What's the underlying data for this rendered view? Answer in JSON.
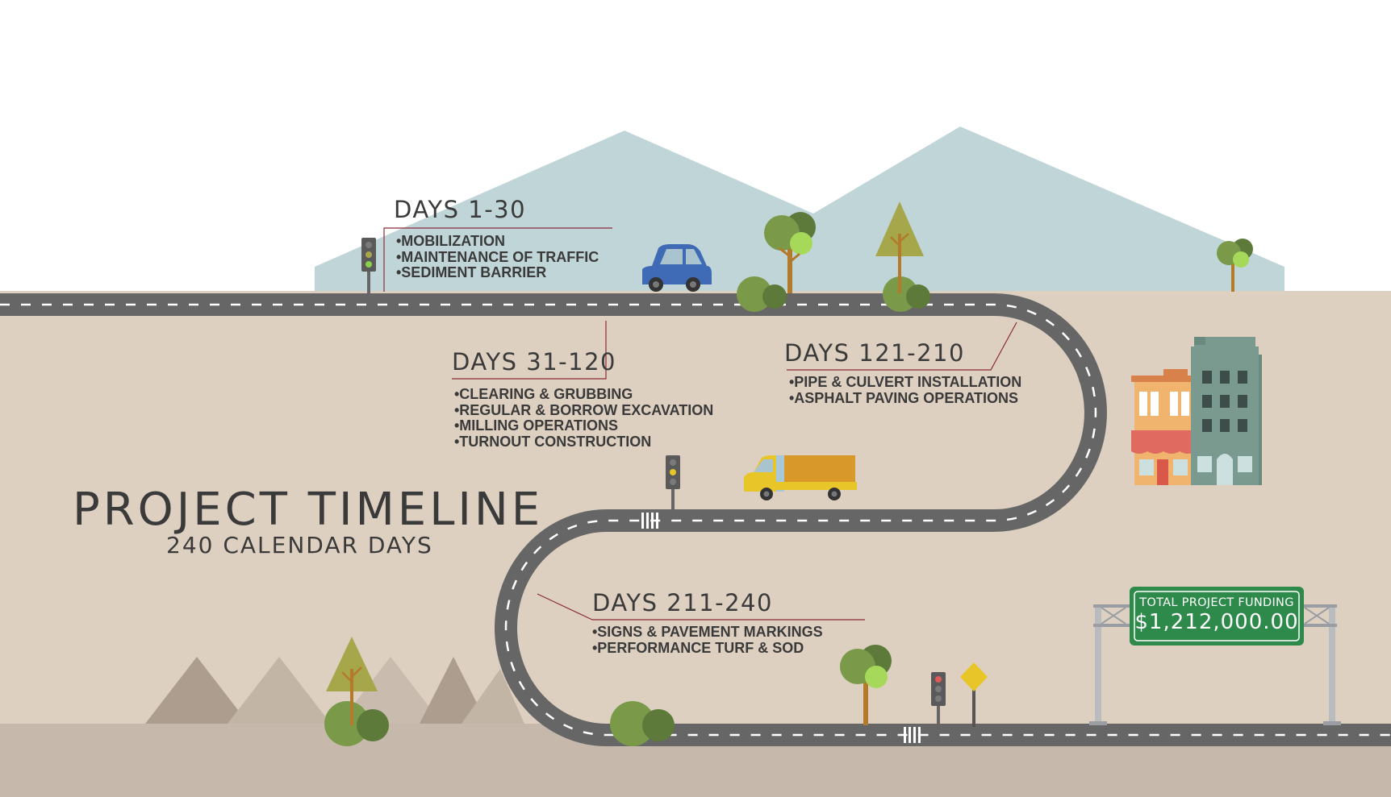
{
  "title": "PROJECT TIMELINE",
  "subtitle": "240 CALENDAR DAYS",
  "phases": [
    {
      "label": "DAYS 1-30",
      "items": [
        "•MOBILIZATION",
        "•MAINTENANCE OF TRAFFIC",
        "•SEDIMENT BARRIER"
      ]
    },
    {
      "label": "DAYS 31-120",
      "items": [
        "•CLEARING & GRUBBING",
        "•REGULAR & BORROW EXCAVATION",
        "•MILLING OPERATIONS",
        "•TURNOUT CONSTRUCTION"
      ]
    },
    {
      "label": "DAYS 121-210",
      "items": [
        "•PIPE & CULVERT INSTALLATION",
        "•ASPHALT PAVING OPERATIONS"
      ]
    },
    {
      "label": "DAYS 211-240",
      "items": [
        "•SIGNS & PAVEMENT MARKINGS",
        "•PERFORMANCE TURF & SOD"
      ]
    }
  ],
  "funding": {
    "caption": "TOTAL PROJECT FUNDING",
    "amount": "$1,212,000.00"
  },
  "colors": {
    "ground": "#ddd0c1",
    "ground_bottom": "#c6b8aa",
    "mountain_blue": "#c0d5d8",
    "road": "#666666",
    "leader_line": "#8b2a3a",
    "sign_green": "#2e8a4a",
    "tree_green": "#7a9a4a",
    "car_blue": "#3f6ab5",
    "truck_yellow": "#e8c62a",
    "truck_cargo": "#d8982a"
  }
}
